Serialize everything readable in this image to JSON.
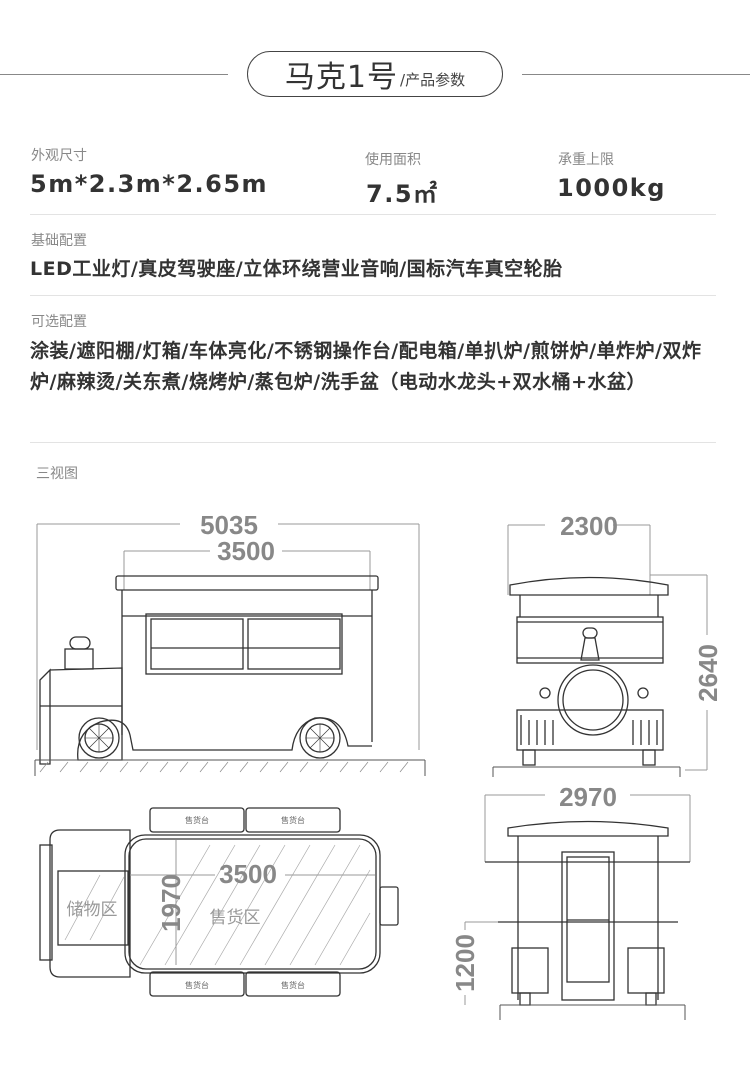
{
  "header": {
    "title": "马克1号",
    "subtitle": "/产品参数"
  },
  "specs": [
    {
      "label": "外观尺寸",
      "value": "5m*2.3m*2.65m"
    },
    {
      "label": "使用面积",
      "value": "7.5㎡"
    },
    {
      "label": "承重上限",
      "value": "1000kg"
    }
  ],
  "basic_config": {
    "label": "基础配置",
    "text": "LED工业灯/真皮驾驶座/立体环绕营业音响/国标汽车真空轮胎"
  },
  "optional_config": {
    "label": "可选配置",
    "text": "涂装/遮阳棚/灯箱/车体亮化/不锈钢操作台/配电箱/单扒炉/煎饼炉/单炸炉/双炸炉/麻辣烫/关东煮/烧烤炉/蒸包炉/洗手盆（电动水龙头+双水桶+水盆）"
  },
  "three_view": {
    "label": "三视图",
    "side_view": {
      "overall_length": "5035",
      "cabin_length": "3500"
    },
    "front_view": {
      "width": "2300",
      "height": "2640"
    },
    "top_view": {
      "cabin_length": "3500",
      "cabin_width": "1970",
      "storage_zone": "储物区",
      "sales_zone": "售货区",
      "counter_label": "售货台"
    },
    "rear_view": {
      "width": "2970",
      "counter_height": "1200"
    }
  }
}
